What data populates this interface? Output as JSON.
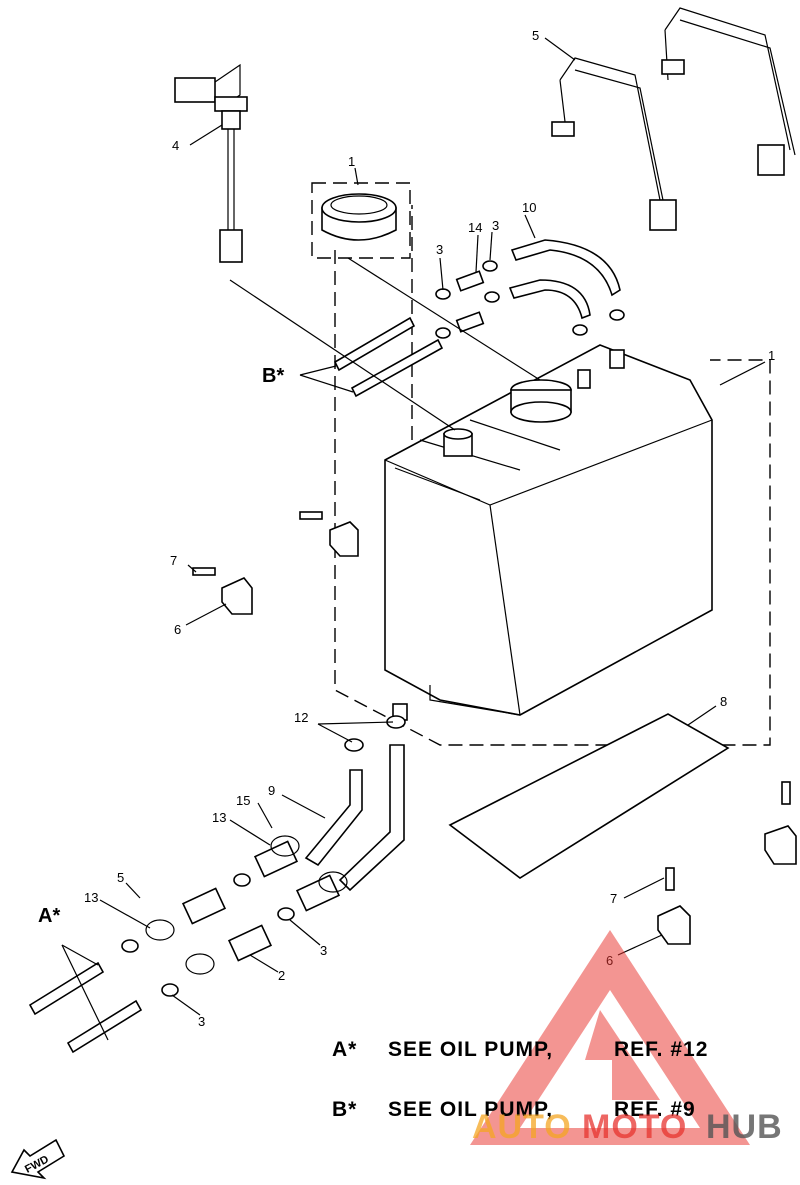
{
  "part_labels": {
    "p1_cap": "1",
    "p1_tank": "1",
    "p2": "2",
    "p3_a": "3",
    "p3_b": "3",
    "p3_c": "3",
    "p3_d": "3",
    "p4": "4",
    "p5_band": "5",
    "p5_screw": "5",
    "p6_a": "6",
    "p6_b": "6",
    "p7_a": "7",
    "p7_b": "7",
    "p8": "8",
    "p9": "9",
    "p10": "10",
    "p12": "12",
    "p13_a": "13",
    "p13_b": "13",
    "p14": "14",
    "p15": "15"
  },
  "callouts": {
    "a_star": "A*",
    "b_star": "B*"
  },
  "notes": {
    "a_prefix": "A*",
    "a_text": "SEE OIL PUMP,",
    "a_ref": "REF. #12",
    "b_prefix": "B*",
    "b_text": "SEE OIL PUMP,",
    "b_ref": "REF. #9"
  },
  "fwd_label": "FWD",
  "watermark": {
    "part1": "AUTO",
    "part2": "MOTO",
    "part3": "HUB",
    "color_red": "#e8342f",
    "color_orange": "#f5a623",
    "color_gray": "#555555"
  }
}
